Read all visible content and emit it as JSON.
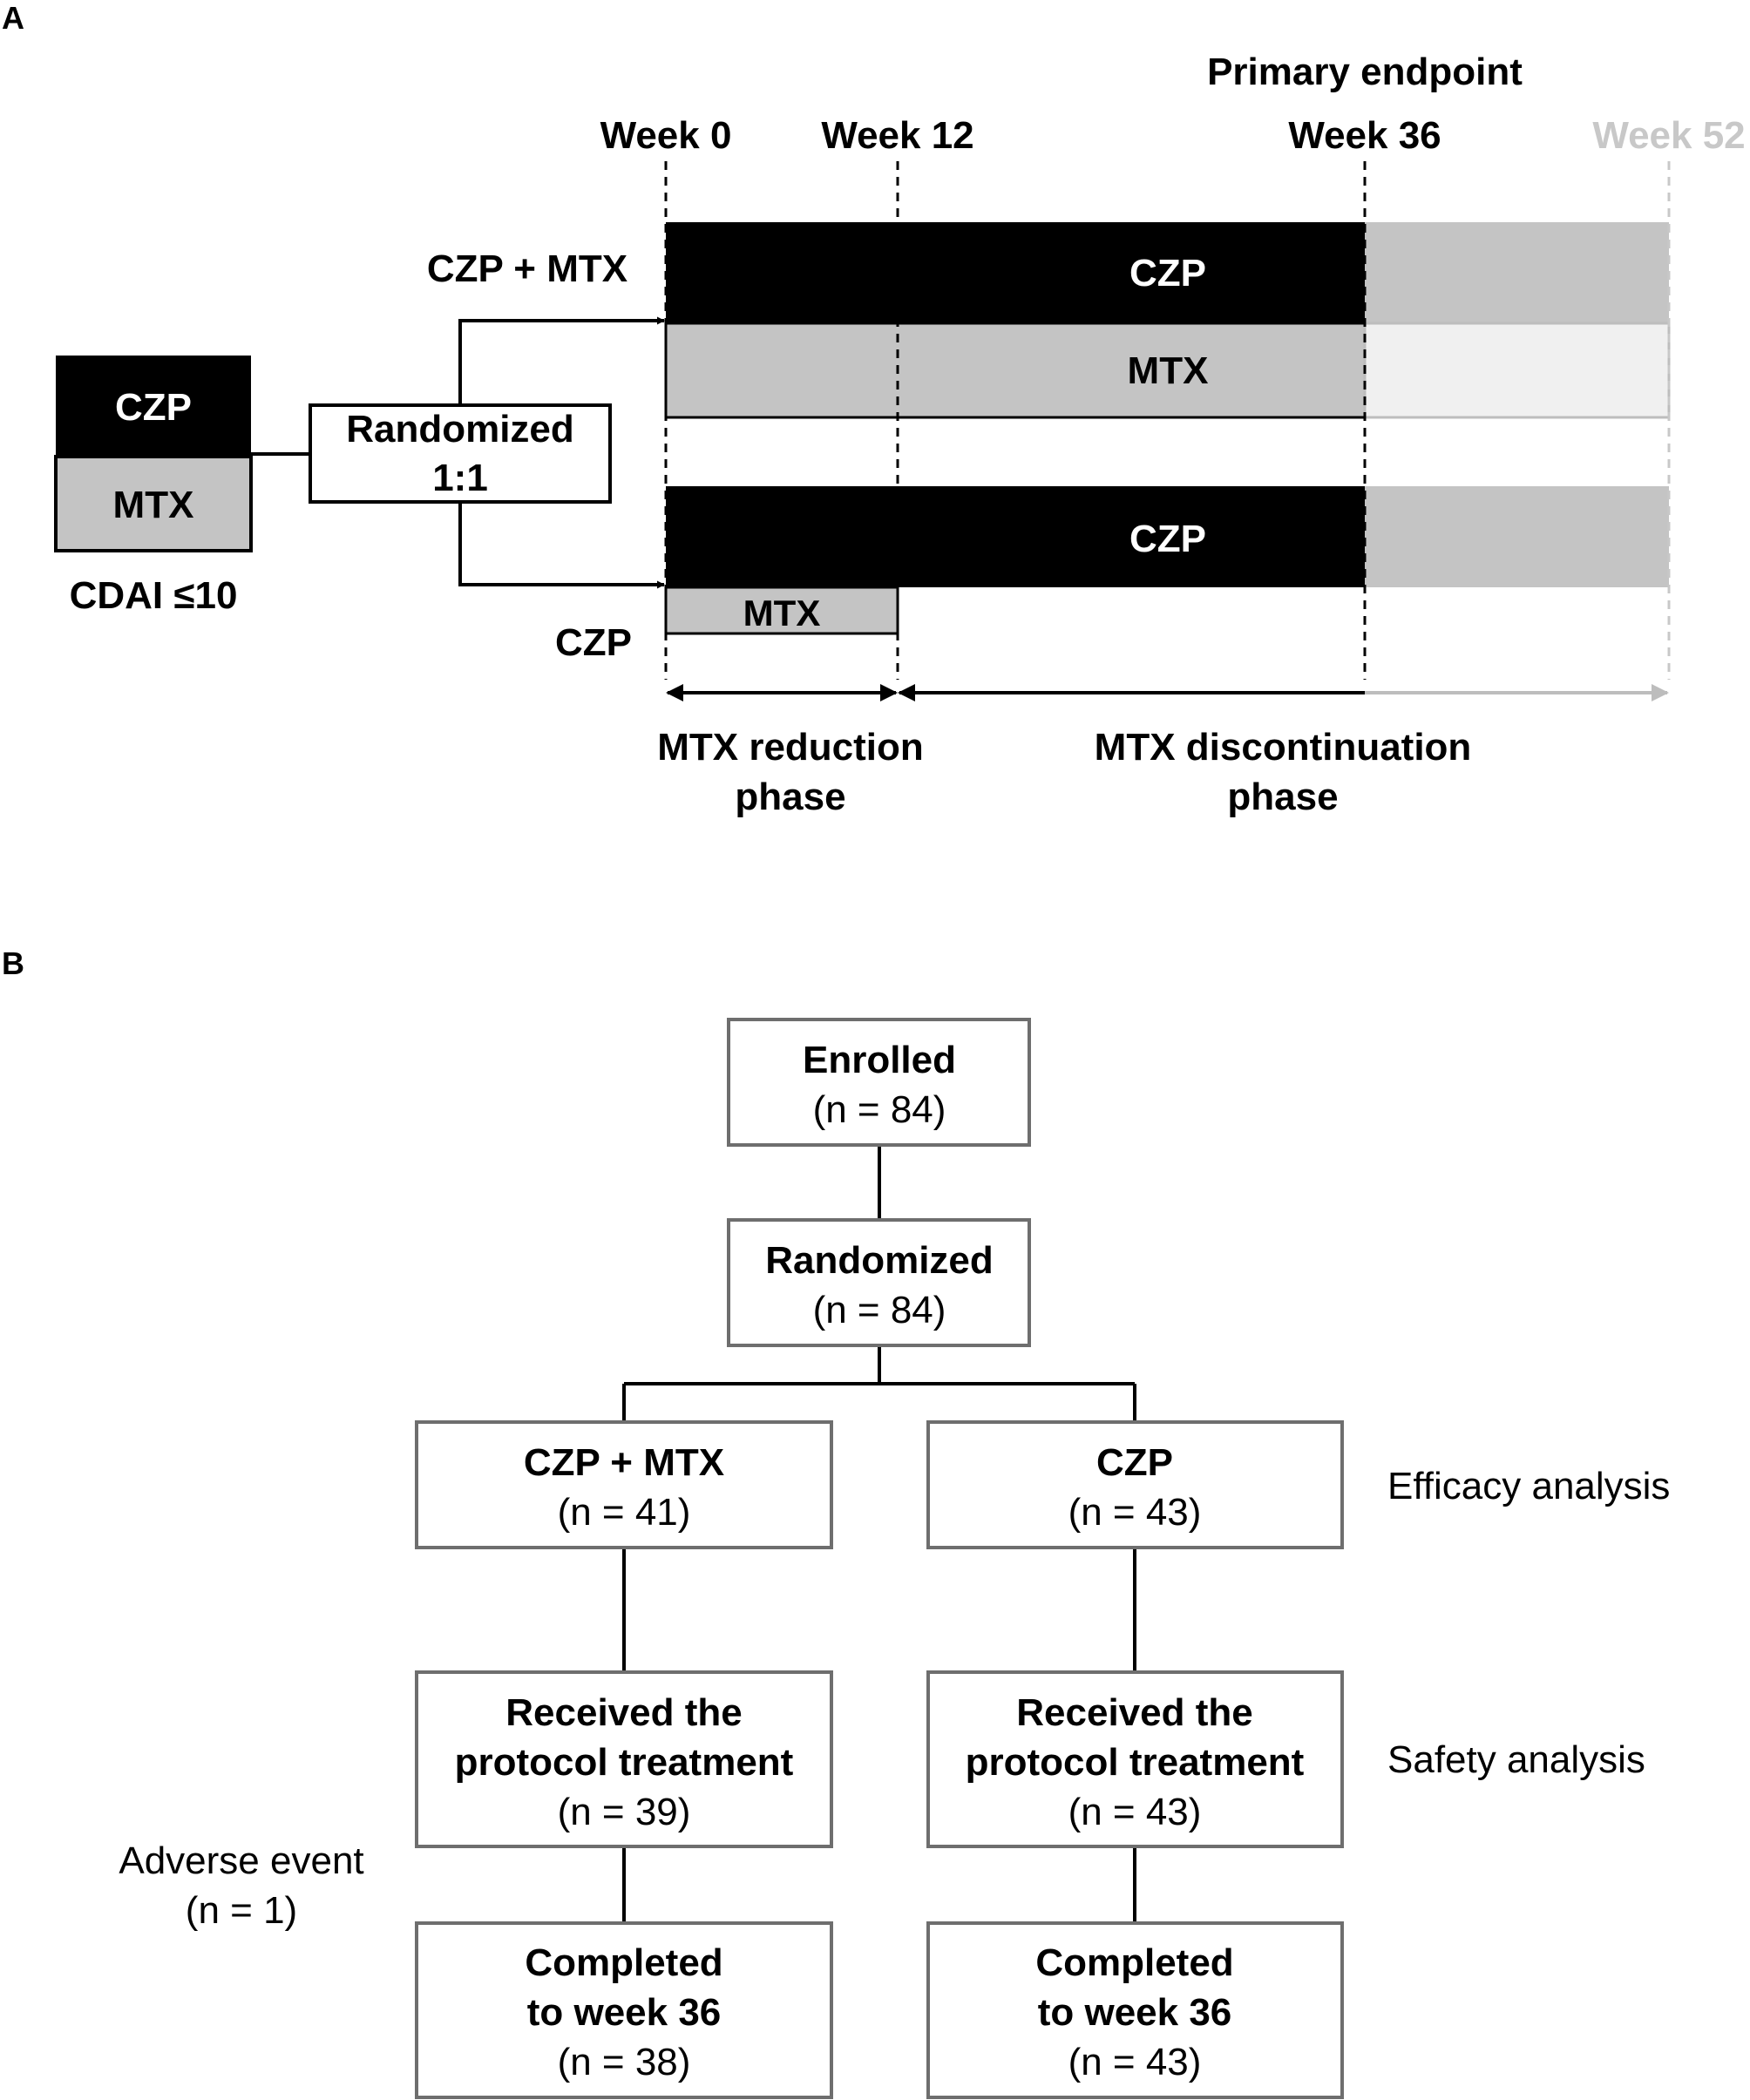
{
  "panel_a": {
    "label": "A",
    "timepoints": {
      "primary_endpoint": "Primary endpoint",
      "week0": "Week 0",
      "week12": "Week 12",
      "week36": "Week 36",
      "week52": "Week 52"
    },
    "baseline": {
      "czp": "CZP",
      "mtx": "MTX",
      "criterion": "CDAI ≤10"
    },
    "randomized": {
      "line1": "Randomized",
      "line2": "1:1"
    },
    "arm1": {
      "label": "CZP + MTX",
      "czp": "CZP",
      "mtx": "MTX"
    },
    "arm2": {
      "label": "CZP",
      "czp": "CZP",
      "mtx": "MTX"
    },
    "phases": {
      "reduction_line1": "MTX reduction",
      "reduction_line2": "phase",
      "discontinuation_line1": "MTX discontinuation",
      "discontinuation_line2": "phase"
    },
    "colors": {
      "black": "#000000",
      "gray": "#c4c4c4",
      "light_gray": "#f0f0f0",
      "faded": "#bdbdbd"
    }
  },
  "panel_b": {
    "label": "B",
    "enrolled": {
      "title": "Enrolled",
      "n": "(n = 84)"
    },
    "randomized": {
      "title": "Randomized",
      "n": "(n = 84)"
    },
    "arm1": {
      "title": "CZP + MTX",
      "n": "(n = 41)"
    },
    "arm2": {
      "title": "CZP",
      "n": "(n = 43)"
    },
    "received1": {
      "line1": "Received the",
      "line2": "protocol treatment",
      "n": "(n = 39)"
    },
    "received2": {
      "line1": "Received the",
      "line2": "protocol treatment",
      "n": "(n = 43)"
    },
    "completed1": {
      "line1": "Completed",
      "line2": "to week 36",
      "n": "(n = 38)"
    },
    "completed2": {
      "line1": "Completed",
      "line2": "to week 36",
      "n": "(n = 43)"
    },
    "efficacy": "Efficacy analysis",
    "safety": "Safety analysis",
    "adverse_line1": "Adverse event",
    "adverse_line2": "(n = 1)"
  }
}
